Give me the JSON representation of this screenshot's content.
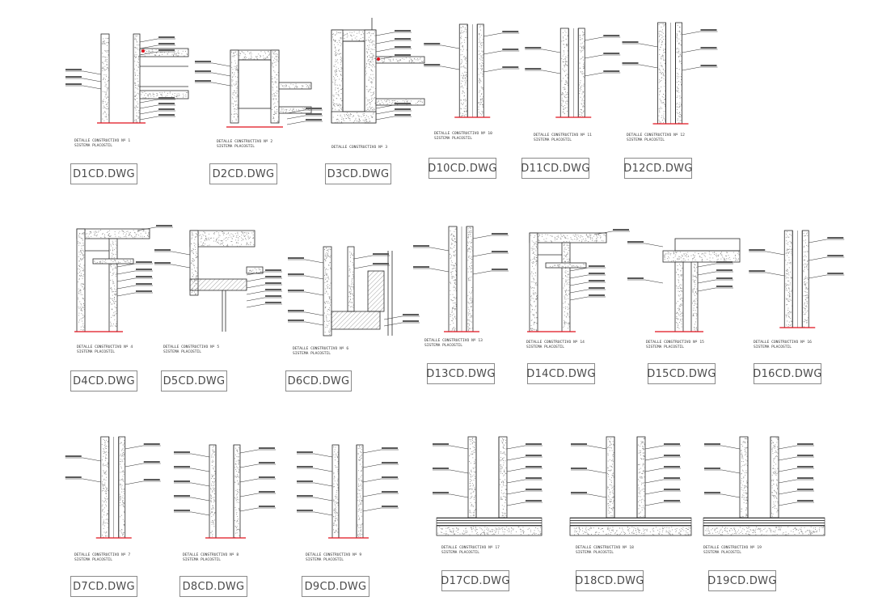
{
  "sheet": {
    "colors": {
      "line": "#2b2b2b",
      "accent": "#e0101c",
      "hatch": "#8c8c8c",
      "label_border": "#8a8a8a"
    }
  },
  "details": [
    {
      "id": "d1",
      "file": "D1CD.DWG",
      "kind": "beam-left",
      "caption_1": "DETALLE CONSTRUCTIVO Nº 1",
      "caption_2": "SISTEMA PLACOSTIL"
    },
    {
      "id": "d2",
      "file": "D2CD.DWG",
      "kind": "beam-boxed",
      "caption_1": "DETALLE CONSTRUCTIVO Nº 2",
      "caption_2": "SISTEMA PLACOSTIL"
    },
    {
      "id": "d3",
      "file": "D3CD.DWG",
      "kind": "frame",
      "caption_1": "DETALLE CONSTRUCTIVO Nº 3",
      "caption_2": ""
    },
    {
      "id": "d10",
      "file": "D10CD.DWG",
      "kind": "wall",
      "caption_1": "DETALLE CONSTRUCTIVO Nº 10",
      "caption_2": "SISTEMA PLACOSTIL"
    },
    {
      "id": "d11",
      "file": "D11CD.DWG",
      "kind": "wall",
      "caption_1": "DETALLE CONSTRUCTIVO Nº 11",
      "caption_2": "SISTEMA PLACOSTIL"
    },
    {
      "id": "d12",
      "file": "D12CD.DWG",
      "kind": "wall",
      "caption_1": "DETALLE CONSTRUCTIVO Nº 12",
      "caption_2": "SISTEMA PLACOSTIL"
    },
    {
      "id": "d4",
      "file": "D4CD.DWG",
      "kind": "corner",
      "caption_1": "DETALLE CONSTRUCTIVO Nº 4",
      "caption_2": "SISTEMA PLACOSTIL"
    },
    {
      "id": "d5",
      "file": "D5CD.DWG",
      "kind": "slab",
      "caption_1": "DETALLE CONSTRUCTIVO Nº 5",
      "caption_2": "SISTEMA PLACOSTIL"
    },
    {
      "id": "d6",
      "file": "D6CD.DWG",
      "kind": "window",
      "caption_1": "DETALLE CONSTRUCTIVO Nº 6",
      "caption_2": "SISTEMA PLACOSTIL"
    },
    {
      "id": "d13",
      "file": "D13CD.DWG",
      "kind": "wall",
      "caption_1": "DETALLE CONSTRUCTIVO Nº 13",
      "caption_2": "SISTEMA PLACOSTIL"
    },
    {
      "id": "d14",
      "file": "D14CD.DWG",
      "kind": "corner",
      "caption_1": "DETALLE CONSTRUCTIVO Nº 14",
      "caption_2": "SISTEMA PLACOSTIL"
    },
    {
      "id": "d15",
      "file": "D15CD.DWG",
      "kind": "tee",
      "caption_1": "DETALLE CONSTRUCTIVO Nº 15",
      "caption_2": "SISTEMA PLACOSTIL"
    },
    {
      "id": "d16",
      "file": "D16CD.DWG",
      "kind": "wall",
      "caption_1": "DETALLE CONSTRUCTIVO Nº 16",
      "caption_2": "SISTEMA PLACOSTIL"
    },
    {
      "id": "d7",
      "file": "D7CD.DWG",
      "kind": "wall",
      "caption_1": "DETALLE CONSTRUCTIVO Nº 7",
      "caption_2": "SISTEMA PLACOSTIL"
    },
    {
      "id": "d8",
      "file": "D8CD.DWG",
      "kind": "double",
      "caption_1": "DETALLE CONSTRUCTIVO Nº 8",
      "caption_2": "SISTEMA PLACOSTIL"
    },
    {
      "id": "d9",
      "file": "D9CD.DWG",
      "kind": "double",
      "caption_1": "DETALLE CONSTRUCTIVO Nº 9",
      "caption_2": "SISTEMA PLACOSTIL"
    },
    {
      "id": "d17",
      "file": "D17CD.DWG",
      "kind": "ground",
      "caption_1": "DETALLE CONSTRUCTIVO Nº 17",
      "caption_2": "SISTEMA PLACOSTIL"
    },
    {
      "id": "d18",
      "file": "D18CD.DWG",
      "kind": "ground",
      "caption_1": "DETALLE CONSTRUCTIVO Nº 18",
      "caption_2": "SISTEMA PLACOSTIL"
    },
    {
      "id": "d19",
      "file": "D19CD.DWG",
      "kind": "ground",
      "caption_1": "DETALLE CONSTRUCTIVO Nº 19",
      "caption_2": "SISTEMA PLACOSTIL"
    }
  ]
}
